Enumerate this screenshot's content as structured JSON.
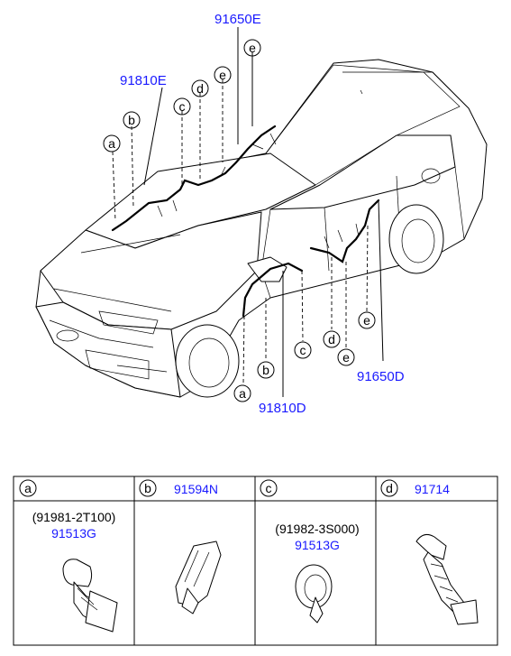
{
  "labels": {
    "p91650E": "91650E",
    "p91810E": "91810E",
    "p91810D": "91810D",
    "p91650D": "91650D"
  },
  "callouts": {
    "a": "a",
    "b": "b",
    "c": "c",
    "d": "d",
    "e": "e"
  },
  "table": {
    "cells": [
      {
        "letter": "a",
        "part_number": "",
        "sub_code": "(91981-2T100)",
        "sub_part": "91513G"
      },
      {
        "letter": "b",
        "part_number": "91594N",
        "sub_code": "",
        "sub_part": ""
      },
      {
        "letter": "c",
        "part_number": "",
        "sub_code": "(91982-3S000)",
        "sub_part": "91513G"
      },
      {
        "letter": "d",
        "part_number": "91714",
        "sub_code": "",
        "sub_part": ""
      }
    ]
  },
  "colors": {
    "part_number": "#1a1aff",
    "line": "#000000"
  }
}
